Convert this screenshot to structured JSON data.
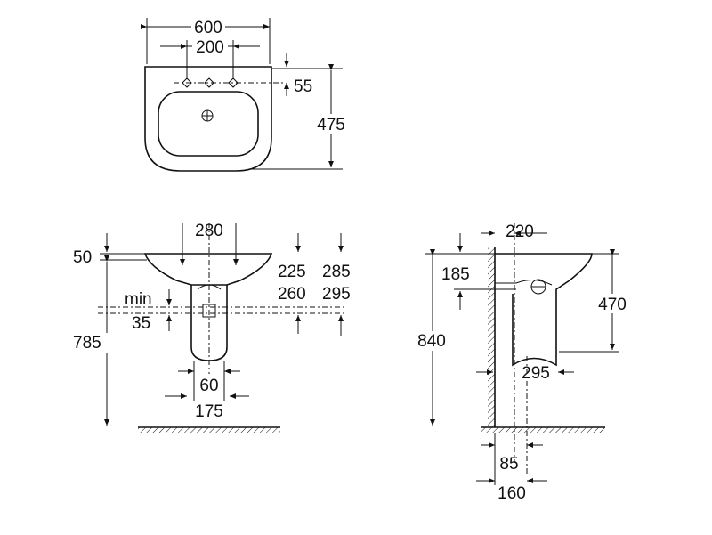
{
  "top_view": {
    "width_total": "600",
    "tap_spacing": "200",
    "tap_offset": "55",
    "depth": "475"
  },
  "front_view": {
    "bowl_width": "280",
    "rim_height": "50",
    "dim_225": "225",
    "dim_285": "285",
    "dim_260": "260",
    "dim_295": "295",
    "min_label": "min",
    "min_value": "35",
    "height": "785",
    "pedestal_base": "60",
    "pedestal_width": "175"
  },
  "side_view": {
    "projection": "220",
    "dim_185": "185",
    "bowl_height": "470",
    "overall_height": "840",
    "dim_295": "295",
    "floor_85": "85",
    "floor_160": "160"
  }
}
